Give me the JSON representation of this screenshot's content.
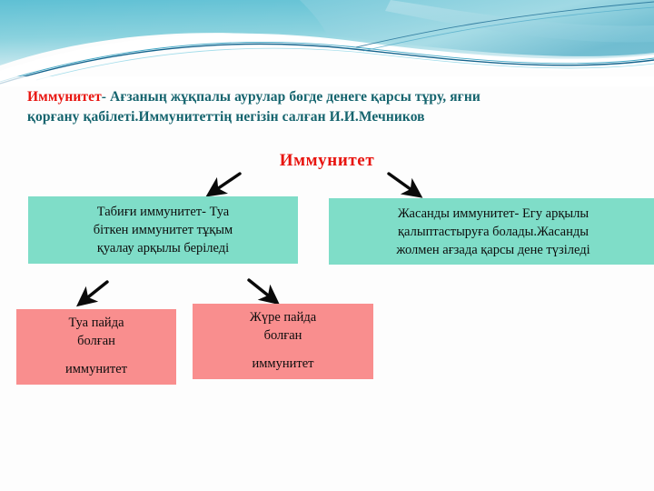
{
  "slide": {
    "title_paragraph": {
      "keyword": "Иммунитет",
      "rest_line1": "- Ағзаның жұқпалы аурулар бөгде денеге қарсы тұру, яғни",
      "line2": "қорғану қабілеті.Иммунитеттің негізін салған И.И.Мечников"
    },
    "root_heading": "Иммунитет",
    "nodes": {
      "natural": {
        "line1": "Табиғи иммунитет- Туа",
        "line2": "біткен иммунитет тұқым",
        "line3": "қуалау арқылы беріледі"
      },
      "artificial": {
        "line1": "Жасанды иммунитет- Егу арқылы",
        "line2": "қалыптастыруға болады.Жасанды",
        "line3": "жолмен ағзада қарсы дене түзіледі"
      },
      "innate": {
        "line1": "Туа пайда",
        "line2": "болған",
        "line3": "иммунитет"
      },
      "acquired": {
        "line1": "Жүре пайда",
        "line2": "болған",
        "line3": "иммунитет"
      }
    },
    "arrows": [
      {
        "name": "arrow-root-to-natural",
        "direction": "down-left"
      },
      {
        "name": "arrow-root-to-artificial",
        "direction": "down-right"
      },
      {
        "name": "arrow-natural-to-innate",
        "direction": "down-left"
      },
      {
        "name": "arrow-natural-to-acquired",
        "direction": "down-right"
      }
    ],
    "colors": {
      "keyword_red": "#e8140f",
      "title_teal": "#15646e",
      "box_teal": "#7fddc8",
      "box_pink": "#f98e8e",
      "banner_teal": "#6fc3d2",
      "banner_line": "#1b6a92"
    }
  }
}
